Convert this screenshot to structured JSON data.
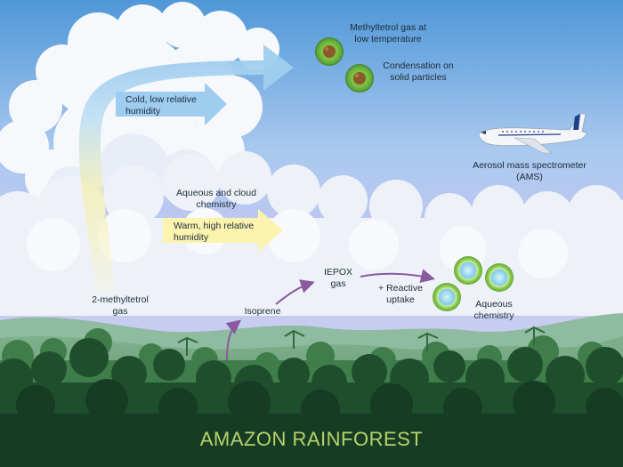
{
  "labels": {
    "methyltetrol_gas": "Methyltetrol gas at\nlow temperature",
    "condensation": "Condensation on\nsolid particles",
    "cold_arrow": "Cold, low relative\nhumidity",
    "aircraft": "Aerosol mass spectrometer\n(AMS)",
    "aqueous_cloud": "Aqueous and cloud\nchemistry",
    "warm_arrow": "Warm, high relative\nhumidity",
    "methyltetrol_2": "2-methyltetrol\ngas",
    "isoprene": "Isoprene",
    "iepox": "IEPOX\ngas",
    "reactive_uptake": "+ Reactive\nuptake",
    "aqueous_chem": "Aqueous\nchemistry",
    "title": "AMAZON RAINFOREST"
  },
  "colors": {
    "sky_top": "#4f97d8",
    "sky_mid": "#a9c9ef",
    "sky_low": "#c7c8f2",
    "cold_arrow": "#9fcdef",
    "warm_arrow": "#fbf3ae",
    "pathway_arrow": "#8a5a9e",
    "particle_green": "#7dc242",
    "particle_brown": "#8a5a2b",
    "droplet_blue": "#7ecbe8",
    "title": "#b7d36a",
    "forest_dark": "#173c24",
    "forest_mid": "#2f6b3a"
  }
}
